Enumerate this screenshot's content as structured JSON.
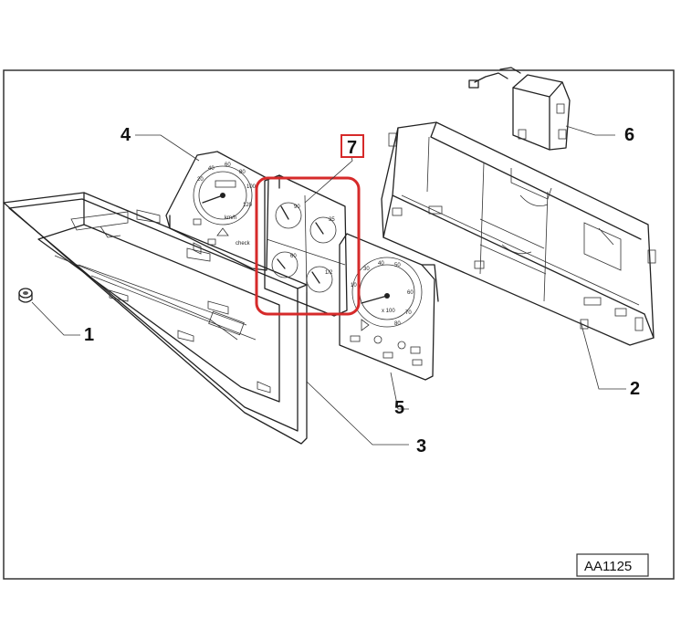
{
  "callouts": {
    "p1": "1",
    "p2": "2",
    "p3": "3",
    "p4": "4",
    "p5": "5",
    "p6": "6",
    "p7": "7"
  },
  "reference_code": "AA1125",
  "colors": {
    "highlight": "#d62a2a",
    "line": "#222222",
    "frame": "#333333"
  }
}
